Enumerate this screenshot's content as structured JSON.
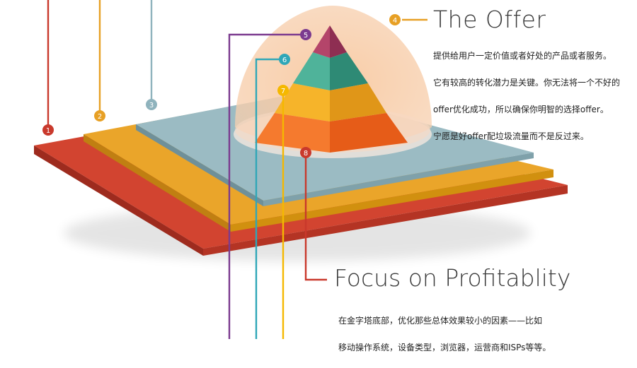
{
  "offer": {
    "title": "The Offer",
    "lines": [
      "提供给用户一定价值或者好处的产品或者服务。",
      "它有较高的转化潜力是关键。你无法将一个不好的",
      "offer优化成功，所以确保你明智的选择offer。",
      "宁愿是好offer配垃圾流量而不是反过来。"
    ]
  },
  "focus": {
    "title": "Focus on Profitablity",
    "lines": [
      "在金字塔底部，优化那些总体效果较小的因素——比如",
      "移动操作系统，设备类型，浏览器，运营商和ISPs等等。"
    ]
  },
  "markers": [
    "1",
    "2",
    "3",
    "4",
    "5",
    "6",
    "7",
    "8"
  ],
  "colors": {
    "red": "#c9392c",
    "orange": "#e7a025",
    "slate": "#8fb3bd",
    "purple": "#7b3a8f",
    "teal": "#2fa7b8",
    "yellow": "#f5b800",
    "peach": "#f7c59f",
    "pyramid_top": "#a6385e",
    "pyramid_2": "#3aa08a",
    "pyramid_3": "#f3a81b",
    "pyramid_4": "#f06a1f"
  }
}
